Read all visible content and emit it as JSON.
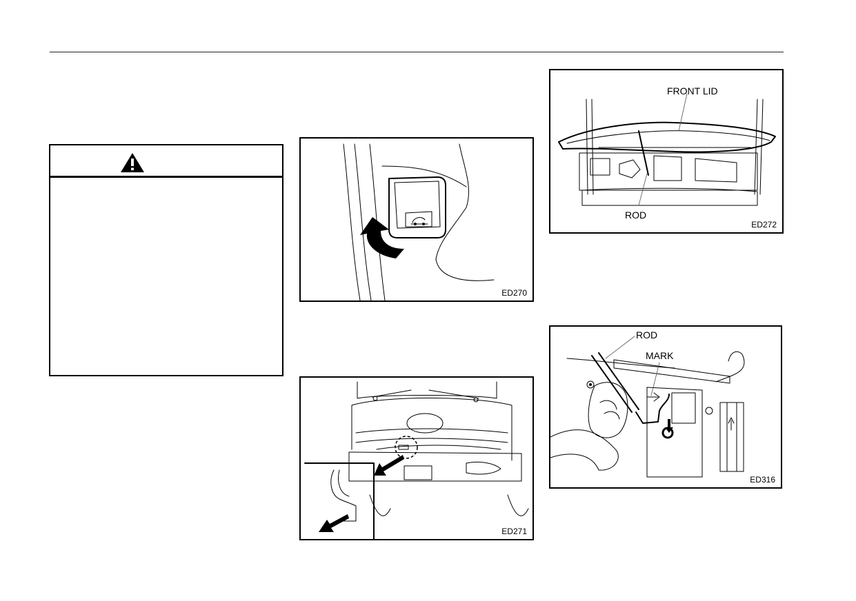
{
  "warning": {
    "icon": "warning-triangle-icon",
    "title": "",
    "body": ""
  },
  "figures": [
    {
      "code": "ED270",
      "labels": []
    },
    {
      "code": "ED271",
      "labels": []
    },
    {
      "code": "ED272",
      "labels": [
        "FRONT LID",
        "ROD"
      ]
    },
    {
      "code": "ED316",
      "labels": [
        "ROD",
        "MARK"
      ]
    }
  ]
}
